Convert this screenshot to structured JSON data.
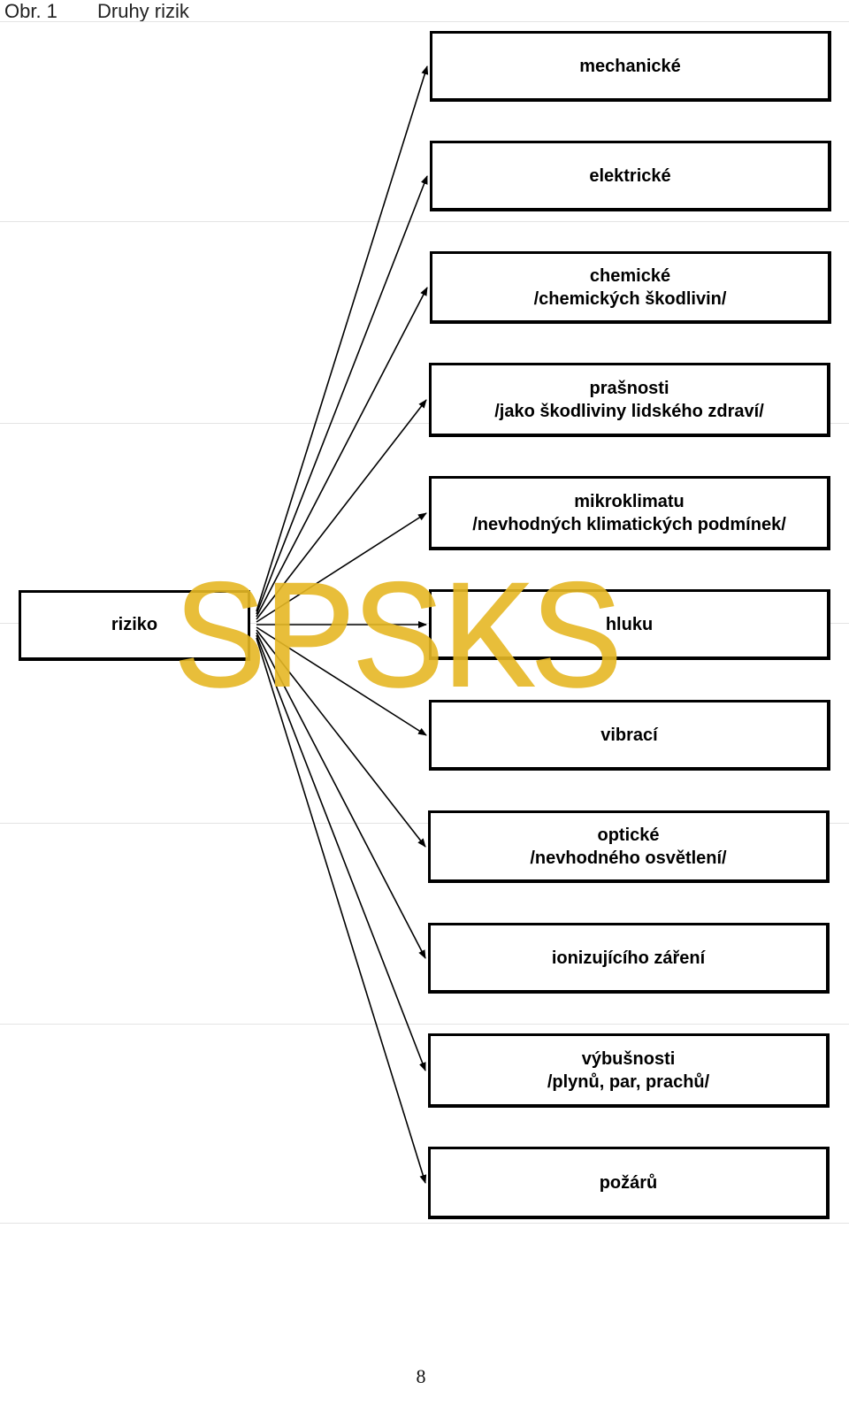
{
  "caption": {
    "number": "Obr. 1",
    "title": "Druhy rizik"
  },
  "root": {
    "label": "riziko"
  },
  "risks": [
    {
      "line1": "mechanické",
      "line2": ""
    },
    {
      "line1": "elektrické",
      "line2": ""
    },
    {
      "line1": "chemické",
      "line2": "/chemických škodlivin/"
    },
    {
      "line1": "prašnosti",
      "line2": "/jako škodliviny lidského zdraví/"
    },
    {
      "line1": "mikroklimatu",
      "line2": "/nevhodných klimatických podmínek/"
    },
    {
      "line1": "hluku",
      "line2": ""
    },
    {
      "line1": "vibrací",
      "line2": ""
    },
    {
      "line1": "optické",
      "line2": "/nevhodného osvětlení/"
    },
    {
      "line1": "ionizujícího záření",
      "line2": ""
    },
    {
      "line1": "výbušnosti",
      "line2": "/plynů, par, prachů/"
    },
    {
      "line1": "požárů",
      "line2": ""
    }
  ],
  "watermark": {
    "text": "SPSKS",
    "color": "#e6b825"
  },
  "page_number": "8"
}
